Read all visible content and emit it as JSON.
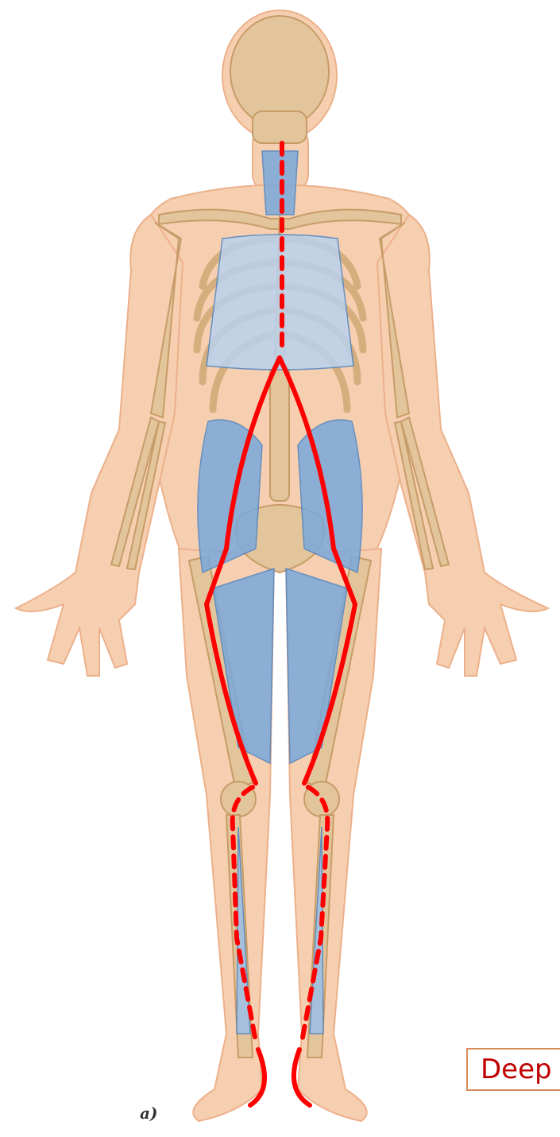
{
  "figure": {
    "panel_label": "a)",
    "tag_text": "Deep",
    "colors": {
      "skin": "#f4c7a5",
      "skin_edge": "#e9ad86",
      "bone": "#e2c49a",
      "bone_edge": "#c9a06c",
      "muscle": "#6f9fd6",
      "muscle_light": "#b9d2ee",
      "line": "#ff0000",
      "tag_border": "#d98b5a",
      "tag_text": "#c00000"
    },
    "icons": [
      "skeleton-illustration",
      "deep-front-line-path"
    ]
  }
}
